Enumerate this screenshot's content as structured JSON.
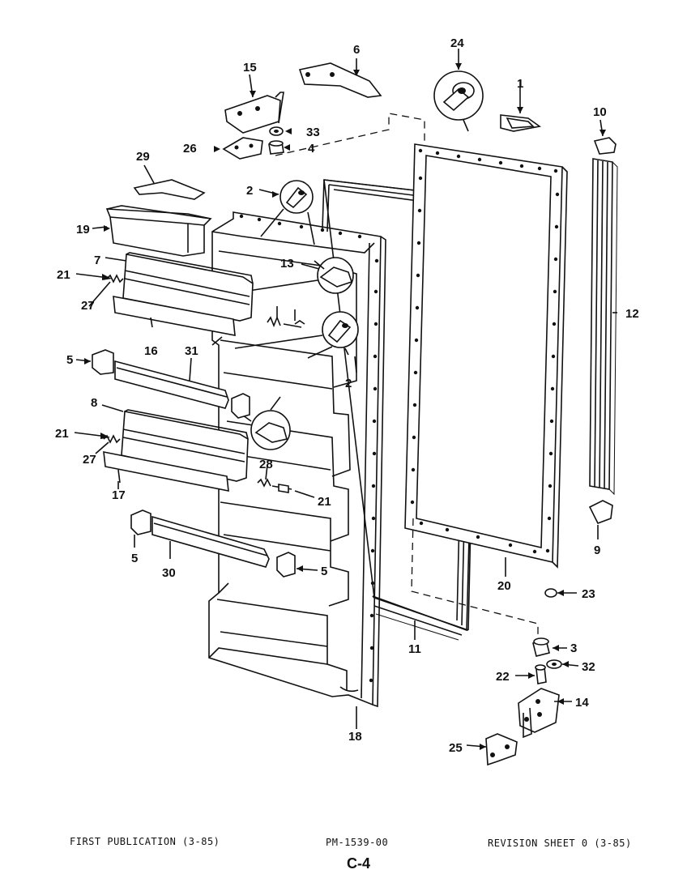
{
  "footer": {
    "first_publication": "FIRST PUBLICATION (3-85)",
    "part_number": "PM-1539-00",
    "revision": "REVISION SHEET 0 (3-85)",
    "page": "C-4"
  },
  "callouts": {
    "c1": "1",
    "c2a": "2",
    "c2b": "2",
    "c3": "3",
    "c4": "4",
    "c5a": "5",
    "c5b": "5",
    "c5c": "5",
    "c6": "6",
    "c7": "7",
    "c8": "8",
    "c9": "9",
    "c10": "10",
    "c11": "11",
    "c12": "12",
    "c13": "13",
    "c14": "14",
    "c15": "15",
    "c16": "16",
    "c17": "17",
    "c18": "18",
    "c19": "19",
    "c20": "20",
    "c21a": "21",
    "c21b": "21",
    "c21c": "21",
    "c22": "22",
    "c23": "23",
    "c24": "24",
    "c25": "25",
    "c26": "26",
    "c27a": "27",
    "c27b": "27",
    "c28": "28",
    "c29": "29",
    "c30": "30",
    "c31": "31",
    "c32": "32",
    "c33": "33"
  }
}
